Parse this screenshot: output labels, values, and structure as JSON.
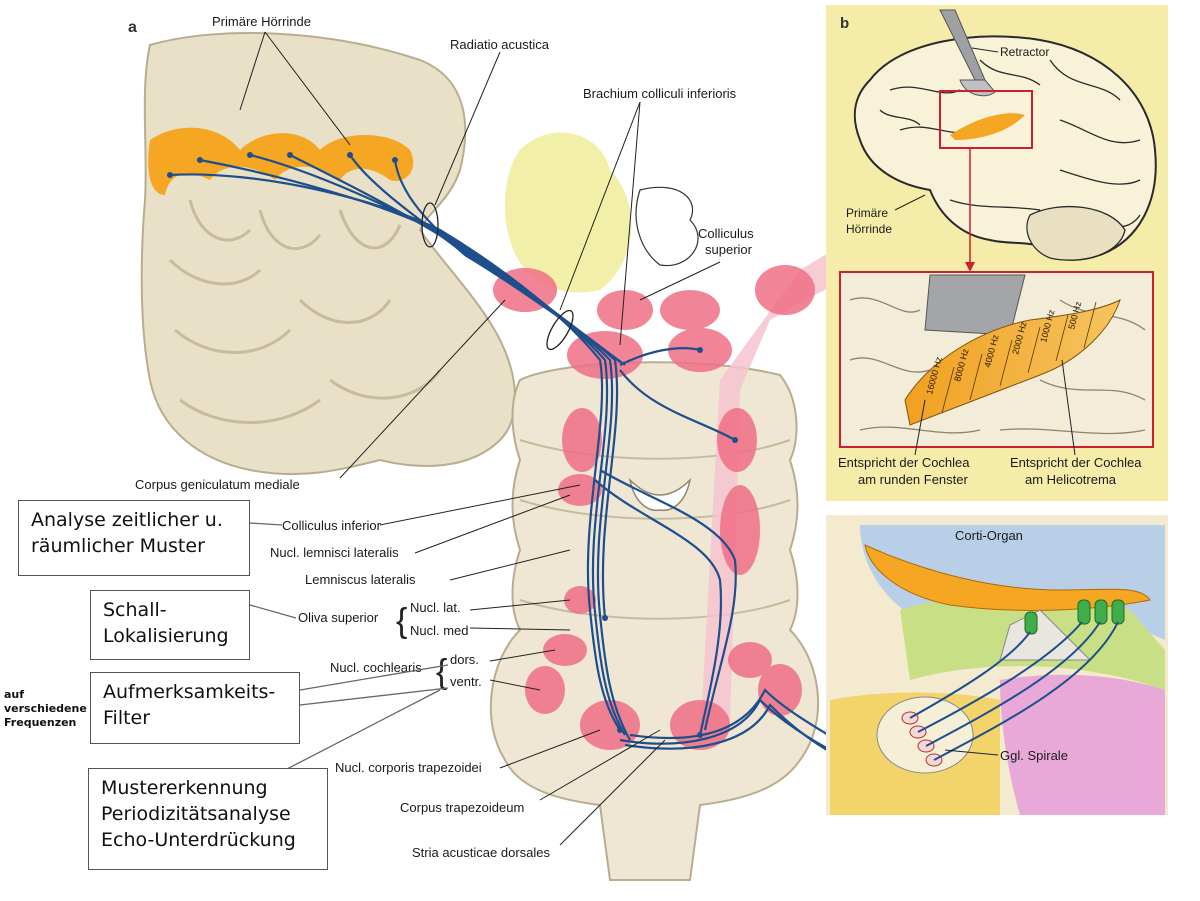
{
  "panel_a": {
    "letter": "a",
    "labels": {
      "primaere_hoerrinde": "Primäre Hörrinde",
      "radiatio_acustica": "Radiatio acustica",
      "brachium": "Brachium colliculi inferioris",
      "colliculus_superior_1": "Colliculus",
      "colliculus_superior_2": "superior",
      "corpus_geniculatum": "Corpus geniculatum mediale",
      "colliculus_inferior": "Colliculus inferior",
      "nucl_lemnisci": "Nucl. lemnisci lateralis",
      "lemniscus": "Lemniscus lateralis",
      "oliva": "Oliva superior",
      "nucl_lat": "Nucl. lat.",
      "nucl_med": "Nucl. med",
      "nucl_cochlearis": "Nucl. cochlearis",
      "dors": "dors.",
      "ventr": "ventr.",
      "nucl_trapezoidei": "Nucl. corporis trapezoidei",
      "corpus_trapezoideum": "Corpus trapezoideum",
      "stria": "Stria acusticae dorsales"
    }
  },
  "panel_b": {
    "letter": "b",
    "retractor": "Retractor",
    "hoerrinde_1": "Primäre",
    "hoerrinde_2": "Hörrinde",
    "frequencies": [
      "16000 Hz",
      "8000 Hz",
      "4000 Hz",
      "2000 Hz",
      "1000 Hz",
      "500 Hz"
    ],
    "left_caption_1": "Entspricht der Cochlea",
    "left_caption_2": "am runden Fenster",
    "right_caption_1": "Entspricht der Cochlea",
    "right_caption_2": "am Helicotrema"
  },
  "panel_c": {
    "title": "Corti-Organ",
    "ggl": "Ggl. Spirale"
  },
  "callouts": {
    "analyse_1": "Analyse zeitlicher u.",
    "analyse_2": "räumlicher Muster",
    "schall_1": "Schall-",
    "schall_2": "Lokalisierung",
    "aufmerksamkeit_1": "Aufmerksamkeits-",
    "aufmerksamkeit_2": "Filter",
    "muster_1": "Mustererkennung",
    "muster_2": "Periodizitätsanalyse",
    "muster_3": "Echo-Unterdrückung"
  },
  "side_note": {
    "line1": "auf",
    "line2": "verschiedene",
    "line3": "Frequenzen"
  },
  "colors": {
    "nerve": "#1f4e8c",
    "cortex": "#f5a623",
    "nucleus": "#f06f86",
    "tissue": "#e9e0c8",
    "panel_bg": "#f5ecaa"
  }
}
